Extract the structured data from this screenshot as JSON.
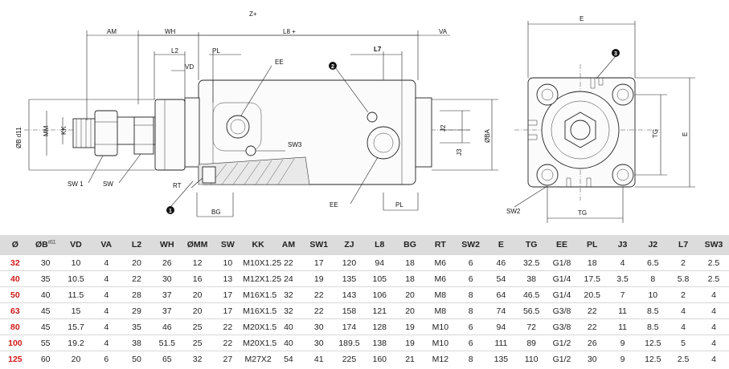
{
  "drawing": {
    "labels": {
      "z_plus": "Z+",
      "am": "AM",
      "wh": "WH",
      "l8_plus": "L8 +",
      "va": "VA",
      "l2": "L2",
      "pl_top": "PL",
      "vd": "VD",
      "ee_top": "EE",
      "l7": "L7",
      "mm": "MM",
      "kk": "KK",
      "ob_d11": "ØB d11",
      "sw1": "SW 1",
      "sw": "SW",
      "sw3": "SW3",
      "rt": "RT",
      "bg": "BG",
      "ee_bottom": "EE",
      "pl_bottom": "PL",
      "j2": "J2",
      "j3": "J3",
      "oba": "ØBA",
      "e_top": "E",
      "e_right": "E",
      "tg_right": "TG",
      "tg_bottom": "TG",
      "sw2": "SW2",
      "marker_1": "1",
      "marker_2": "2",
      "marker_3": "3"
    }
  },
  "table": {
    "headers": [
      "Ø",
      "ØB",
      "VD",
      "VA",
      "L2",
      "WH",
      "ØMM",
      "SW",
      "KK",
      "AM",
      "SW1",
      "ZJ",
      "L8",
      "BG",
      "RT",
      "SW2",
      "E",
      "TG",
      "EE",
      "PL",
      "J3",
      "J2",
      "L7",
      "SW3"
    ],
    "ob_superscript": "d11",
    "rows": [
      [
        "32",
        "30",
        "10",
        "4",
        "20",
        "26",
        "12",
        "10",
        "M10X1.25",
        "22",
        "17",
        "120",
        "94",
        "18",
        "M6",
        "6",
        "46",
        "32.5",
        "G1/8",
        "18",
        "4",
        "6.5",
        "2",
        "2.5"
      ],
      [
        "40",
        "35",
        "10.5",
        "4",
        "22",
        "30",
        "16",
        "13",
        "M12X1.25",
        "24",
        "19",
        "135",
        "105",
        "18",
        "M6",
        "6",
        "54",
        "38",
        "G1/4",
        "17.5",
        "3.5",
        "8",
        "5.8",
        "2.5"
      ],
      [
        "50",
        "40",
        "11.5",
        "4",
        "28",
        "37",
        "20",
        "17",
        "M16X1.5",
        "32",
        "22",
        "143",
        "106",
        "20",
        "M8",
        "8",
        "64",
        "46.5",
        "G1/4",
        "20.5",
        "7",
        "10",
        "2",
        "4"
      ],
      [
        "63",
        "45",
        "15",
        "4",
        "29",
        "37",
        "20",
        "17",
        "M16X1.5",
        "32",
        "22",
        "158",
        "121",
        "20",
        "M8",
        "8",
        "74",
        "56.5",
        "G3/8",
        "22",
        "11",
        "8.5",
        "4",
        "4"
      ],
      [
        "80",
        "45",
        "15.7",
        "4",
        "35",
        "46",
        "25",
        "22",
        "M20X1.5",
        "40",
        "30",
        "174",
        "128",
        "19",
        "M10",
        "6",
        "94",
        "72",
        "G3/8",
        "22",
        "11",
        "8.5",
        "4",
        "4"
      ],
      [
        "100",
        "55",
        "19.2",
        "4",
        "38",
        "51.5",
        "25",
        "22",
        "M20X1.5",
        "40",
        "30",
        "189.5",
        "138",
        "19",
        "M10",
        "6",
        "111",
        "89",
        "G1/2",
        "26",
        "9",
        "12.5",
        "5",
        "4"
      ],
      [
        "125",
        "60",
        "20",
        "6",
        "50",
        "65",
        "32",
        "27",
        "M27X2",
        "54",
        "41",
        "225",
        "160",
        "21",
        "M12",
        "8",
        "135",
        "110",
        "G1/2",
        "30",
        "9",
        "12.5",
        "2.5",
        "4"
      ]
    ]
  }
}
